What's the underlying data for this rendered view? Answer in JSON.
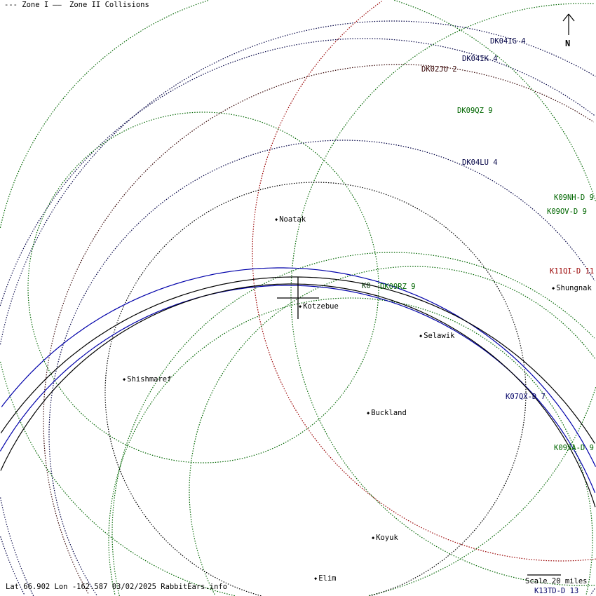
{
  "legend": {
    "zone1": "--- Zone I",
    "zone2_line": "——",
    "zone2": "Zone II Collisions"
  },
  "colors": {
    "navy": "#000066",
    "green": "#006600",
    "red": "#990000",
    "maroon": "#330000",
    "blue": "#0000aa",
    "black": "#000000"
  },
  "north_label": "N",
  "stations": [
    {
      "label": "DK04IG 4",
      "color": "#000044"
    },
    {
      "label": "DK04IK 4",
      "color": "#000044"
    },
    {
      "label": "DK02JU 2",
      "color": "#330000"
    },
    {
      "label": "DK09QZ 9",
      "color": "#006600"
    },
    {
      "label": "DK04LU 4",
      "color": "#000044"
    },
    {
      "label": "K09NH-D 9",
      "color": "#006600"
    },
    {
      "label": "K09OV-D 9",
      "color": "#006600"
    },
    {
      "label": "K11QI-D 11",
      "color": "#990000"
    },
    {
      "label": "K0",
      "color": "#003300"
    },
    {
      "label": "DK09RZ 9",
      "color": "#006600"
    },
    {
      "label": "K07QX-D 7",
      "color": "#000066"
    },
    {
      "label": "K09SA-D 9",
      "color": "#006600"
    },
    {
      "label": "K13TD-D 13",
      "color": "#000066"
    }
  ],
  "cities": [
    "Noatak",
    "Kotzebue",
    "Selawik",
    "Shungnak",
    "Shishmaref",
    "Buckland",
    "Koyuk",
    "Elim"
  ],
  "footer": "Lat 66.902 Lon -162.587 03/02/2025 RabbitEars.info",
  "scale": "Scale 20 miles"
}
